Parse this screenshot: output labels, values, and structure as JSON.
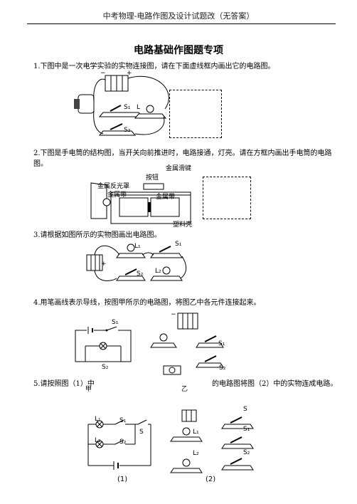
{
  "header": {
    "text": "中考物理-电路作图及设计试题改（无答案）"
  },
  "title": "电路基础作图题专项",
  "questions": [
    {
      "text": "1.下图中是一次电学实验的实物连接图，请在下面虚线框内画出它的电路图。"
    },
    {
      "text": "2.下图是手电筒的结构图，当开关向前推进时，电路接通，灯亮。请在方框内画出手电筒的电路图。"
    },
    {
      "text": "3.请根据如图所示的实物图画出电路图。"
    },
    {
      "text": "4.用笔画线表示导线，按图甲所示的电路图，将图乙中各元件连接起来。"
    },
    {
      "text_before": "5.请按照图（1）中",
      "text_after": "的电路图将图（2）中的实物连成电路。"
    }
  ],
  "fig1": {
    "minus": "−",
    "plus": "+",
    "s1": "S₁",
    "l": "L",
    "s2": "S₂"
  },
  "fig2": {
    "metal_slider": "金属滑键",
    "button": "按钮",
    "reflector": "金属反光罩",
    "metal_strip": "金属带",
    "metal_strip2": "金属带",
    "plastic_shell": "塑料壳"
  },
  "fig3": {
    "l1": "L₁",
    "s1": "S₁",
    "s2": "S₂",
    "l2": "L₂",
    "plus": "+"
  },
  "fig4": {
    "s1": "S₁",
    "s2": "S₂",
    "minus": "−",
    "s1b": "S₁",
    "s2b": "S₂",
    "jia": "甲",
    "yi": "乙"
  },
  "fig5": {
    "l1": "L₁",
    "s1": "S₁",
    "s": "S",
    "l2": "L₂",
    "s2": "S₂",
    "rs": "S",
    "rl1": "L₁",
    "rs1": "S₁",
    "rl2": "L₂",
    "rs2": "S₂",
    "cap1": "(1)",
    "cap2": "(2)"
  }
}
